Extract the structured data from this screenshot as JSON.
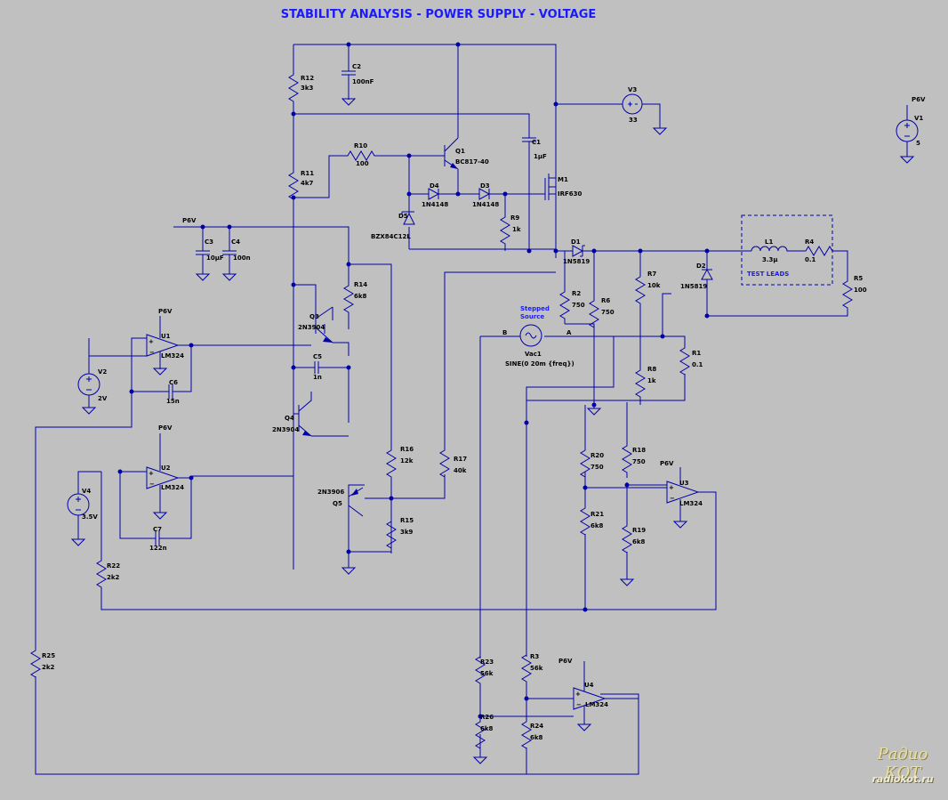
{
  "title": "STABILITY ANALYSIS - POWER SUPPLY - VOLTAGE",
  "parts": {
    "R12": {
      "ref": "R12",
      "val": "3k3"
    },
    "C2": {
      "ref": "C2",
      "val": "100nF"
    },
    "V3": {
      "ref": "V3",
      "val": "33"
    },
    "V1": {
      "ref": "V1",
      "val": "5",
      "net": "P6V"
    },
    "R10": {
      "ref": "R10",
      "val": "100"
    },
    "Q1": {
      "ref": "Q1",
      "val": "BC817-40"
    },
    "C1": {
      "ref": "C1",
      "val": "1µF"
    },
    "R11": {
      "ref": "R11",
      "val": "4k7"
    },
    "D4": {
      "ref": "D4",
      "val": "1N4148"
    },
    "D3": {
      "ref": "D3",
      "val": "1N4148"
    },
    "M1": {
      "ref": "M1",
      "val": "IRF630"
    },
    "D5": {
      "ref": "D5",
      "val": "BZX84C12L"
    },
    "R9": {
      "ref": "R9",
      "val": "1k"
    },
    "C3": {
      "ref": "C3",
      "val": "10µF"
    },
    "C4": {
      "ref": "C4",
      "val": "100n"
    },
    "D1": {
      "ref": "D1",
      "val": "1N5819"
    },
    "L1": {
      "ref": "L1",
      "val": "3.3µ"
    },
    "R4": {
      "ref": "R4",
      "val": "0.1"
    },
    "R14": {
      "ref": "R14",
      "val": "6k8"
    },
    "R7": {
      "ref": "R7",
      "val": "10k"
    },
    "D2": {
      "ref": "D2",
      "val": "1N5819"
    },
    "R5": {
      "ref": "R5",
      "val": "100"
    },
    "Q3": {
      "ref": "Q3",
      "val": "2N3904"
    },
    "R2": {
      "ref": "R2",
      "val": "750"
    },
    "R6": {
      "ref": "R6",
      "val": "750"
    },
    "U1": {
      "ref": "U1",
      "val": "LM324"
    },
    "Vac1": {
      "ref": "Vac1",
      "val": "SINE(0 20m {freq})"
    },
    "V2": {
      "ref": "V2",
      "val": "2V"
    },
    "C6": {
      "ref": "C6",
      "val": "15n"
    },
    "C5": {
      "ref": "C5",
      "val": "1n"
    },
    "R1": {
      "ref": "R1",
      "val": "0.1"
    },
    "R8": {
      "ref": "R8",
      "val": "1k"
    },
    "Q4": {
      "ref": "Q4",
      "val": "2N3904"
    },
    "R16": {
      "ref": "R16",
      "val": "12k"
    },
    "R17": {
      "ref": "R17",
      "val": "40k"
    },
    "R20": {
      "ref": "R20",
      "val": "750"
    },
    "R18": {
      "ref": "R18",
      "val": "750"
    },
    "U2": {
      "ref": "U2",
      "val": "LM324"
    },
    "U3": {
      "ref": "U3",
      "val": "LM324"
    },
    "Q5": {
      "ref": "Q5",
      "val": "2N3906"
    },
    "V4": {
      "ref": "V4",
      "val": "3.5V"
    },
    "R15": {
      "ref": "R15",
      "val": "3k9"
    },
    "R21": {
      "ref": "R21",
      "val": "6k8"
    },
    "R19": {
      "ref": "R19",
      "val": "6k8"
    },
    "C7": {
      "ref": "C7",
      "val": "122n"
    },
    "R22": {
      "ref": "R22",
      "val": "2k2"
    },
    "R25": {
      "ref": "R25",
      "val": "2k2"
    },
    "R23": {
      "ref": "R23",
      "val": "56k"
    },
    "R3": {
      "ref": "R3",
      "val": "56k"
    },
    "U4": {
      "ref": "U4",
      "val": "LM324"
    },
    "R26": {
      "ref": "R26",
      "val": "6k8"
    },
    "R24": {
      "ref": "R24",
      "val": "6k8"
    }
  },
  "net_labels": {
    "p6v_main": "P6V",
    "p6v_u1": "P6V",
    "p6v_u2": "P6V",
    "p6v_u3": "P6V",
    "p6v_u4": "P6V",
    "p6v_v1": "P6V",
    "node_a": "A",
    "node_b": "B"
  },
  "annotations": {
    "test_leads": "TEST LEADS",
    "stepped_source_line1": "Stepped",
    "stepped_source_line2": "Source"
  },
  "watermark": {
    "top": "Радио КОТ",
    "bottom": "radiokot.ru"
  },
  "colors": {
    "background": "#c0c0c0",
    "wire": "#0000a8",
    "title": "#1a1aff"
  }
}
